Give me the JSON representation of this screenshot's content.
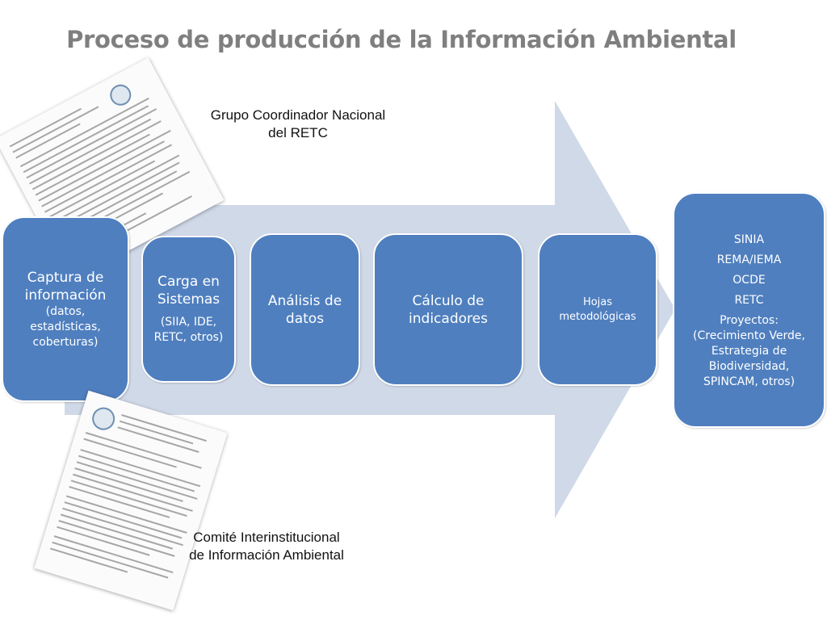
{
  "title": "Proceso de producción de la Información Ambiental",
  "colors": {
    "box_fill": "#4f7fbf",
    "arrow_fill": "#d0d9e8",
    "title_color": "#7f7f7f"
  },
  "nodes": {
    "captura": {
      "line1": "Captura de",
      "line2": "información",
      "sub1": "(datos,",
      "sub2": "estadísticas,",
      "sub3": "coberturas)"
    },
    "carga": {
      "line1": "Carga en",
      "line2": "Sistemas",
      "sub1": "(SIIA, IDE,",
      "sub2": "RETC, otros)"
    },
    "analisis": {
      "line1": "Análisis de",
      "line2": "datos"
    },
    "calculo": {
      "line1": "Cálculo de",
      "line2": "indicadores"
    },
    "hojas": {
      "line1": "Hojas",
      "line2": "metodológicas"
    },
    "salidas": {
      "items": [
        "SINIA",
        "REMA/IEMA",
        "OCDE",
        "RETC"
      ],
      "proyectos_label": "Proyectos:",
      "proyectos_lines": [
        "(Crecimiento Verde,",
        "Estrategia de",
        "Biodiversidad,",
        "SPINCAM, otros)"
      ]
    }
  },
  "captions": {
    "top_line1": "Grupo Coordinador Nacional",
    "top_line2": "del RETC",
    "bottom_line1": "Comité Interinstitucional",
    "bottom_line2": "de Información Ambiental"
  },
  "icons": {
    "top_document": "scanned-document-icon",
    "bottom_document": "scanned-document-icon"
  }
}
